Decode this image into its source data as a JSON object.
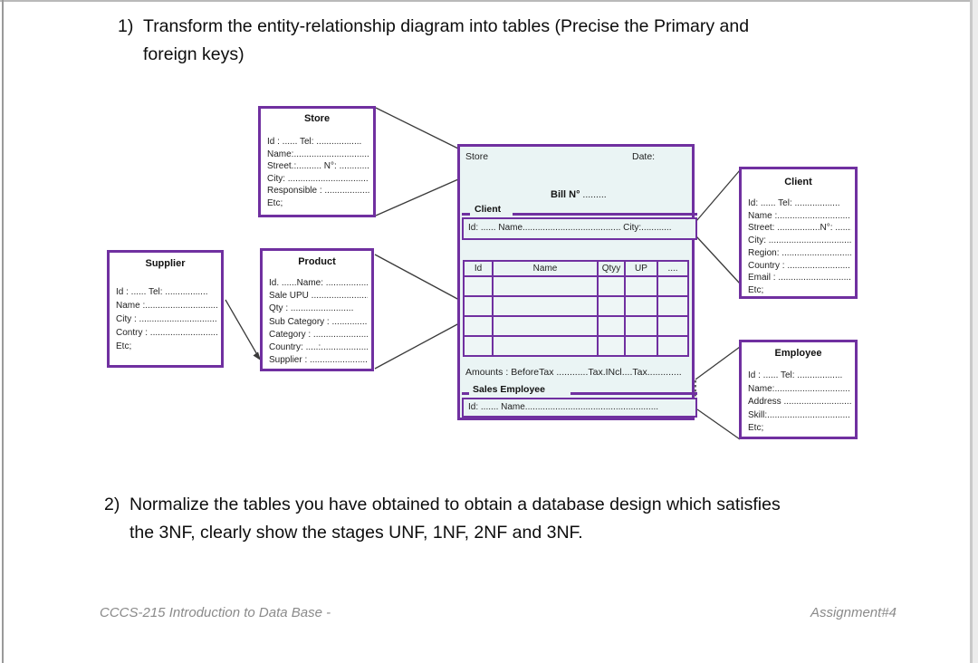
{
  "colors": {
    "accent_purple": "#7030a0",
    "invoice_fill": "#eaf4f4"
  },
  "questions": {
    "q1": {
      "number": "1)",
      "line1": "Transform the entity-relationship diagram into  tables  (Precise the Primary and",
      "line2": "foreign keys)"
    },
    "q2": {
      "number": "2)",
      "line1": "Normalize the tables you have obtained to obtain a database design which satisfies",
      "line2": "the 3NF, clearly show the stages UNF, 1NF, 2NF and 3NF."
    }
  },
  "entities": {
    "store": {
      "title": "Store",
      "lines": [
        "Id : ......    Tel: ..................",
        "Name:..............................",
        "Street.:..........  N°: .............",
        "City: ................................",
        "Responsible : ....................",
        "Etc;"
      ]
    },
    "supplier": {
      "title": "Supplier",
      "lines": [
        "Id : ......    Tel: .................",
        "Name :................................",
        "City : ..................................",
        "Contry : ................................",
        "Etc;"
      ]
    },
    "product": {
      "title": "Product",
      "lines": [
        "Id. ......Name: ...................",
        "Sale UPU ...........................",
        "Qty : .........................",
        "Sub  Category : ..............",
        "Category : ..........................",
        "Country:  .....:...................",
        "Supplier : ......................."
      ]
    },
    "client": {
      "title": "Client",
      "lines": [
        "Id: ......     Tel: ..................",
        "Name :.............................",
        "Street: .................N°: .......",
        "City: .................................",
        "Region: ..............................",
        "Country : .........................",
        "Email : ...............................",
        "Etc;"
      ]
    },
    "employee": {
      "title": "Employee",
      "lines": [
        "Id : ......    Tel: ..................",
        "Name:..............................",
        "Address ............................",
        "Skill:.................................",
        "Etc;"
      ]
    }
  },
  "invoice": {
    "store_label": "Store",
    "date_label": "Date:",
    "bill_label": "Bill N°",
    "bill_dots": " .........",
    "client_group": {
      "legend": "Client",
      "line": "Id: ...... Name....................................... City:............"
    },
    "items_table": {
      "headers": [
        "Id",
        "Name",
        "Qtyy",
        "UP",
        "...."
      ]
    },
    "amounts_line": "Amounts : BeforeTax ............Tax.INcl....Tax.............",
    "employee_group": {
      "legend": "Sales Employee",
      "line": "Id: ....... Name....................................................."
    }
  },
  "footer": {
    "left": "CCCS-215 Introduction to Data Base -",
    "right": "Assignment#4"
  }
}
